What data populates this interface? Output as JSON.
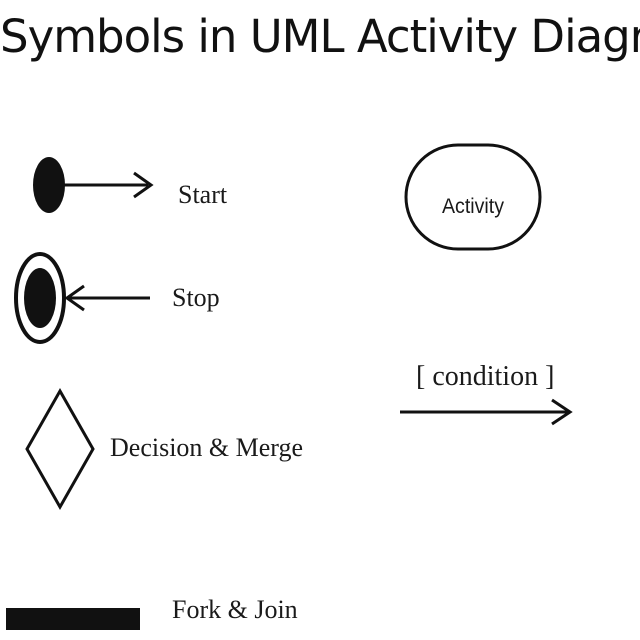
{
  "title": "Symbols in UML Activity  Diagrams",
  "symbols": {
    "start": {
      "label": "Start"
    },
    "stop": {
      "label": "Stop"
    },
    "decision": {
      "label": "Decision & Merge"
    },
    "fork": {
      "label": "Fork & Join"
    },
    "activity": {
      "label": "Activity"
    },
    "transition": {
      "label": "[ condition ]"
    }
  },
  "colors": {
    "ink": "#111111"
  }
}
